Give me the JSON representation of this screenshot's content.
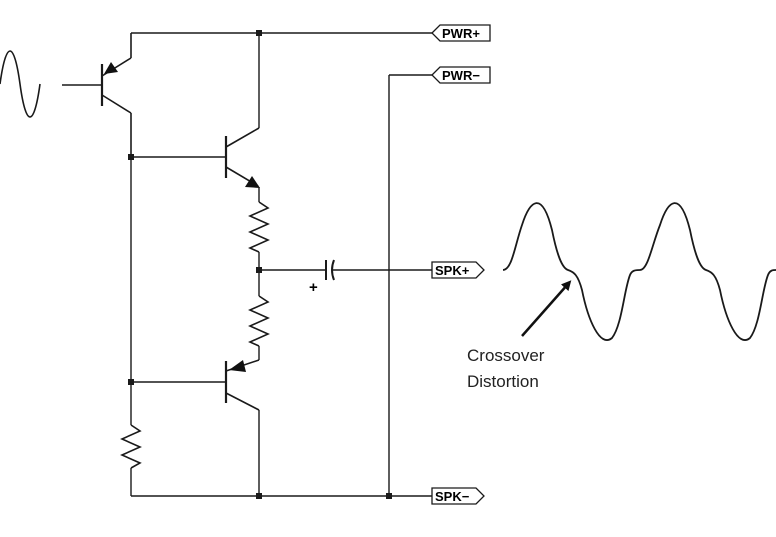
{
  "ports": {
    "pwr_plus": "PWR+",
    "pwr_minus": "PWR−",
    "spk_plus": "SPK+",
    "spk_minus": "SPK−"
  },
  "capacitor_polarity": "+",
  "annotation": {
    "line1": "Crossover",
    "line2": "Distortion"
  },
  "colors": {
    "ink": "#1a1a1a",
    "background": "#ffffff"
  }
}
